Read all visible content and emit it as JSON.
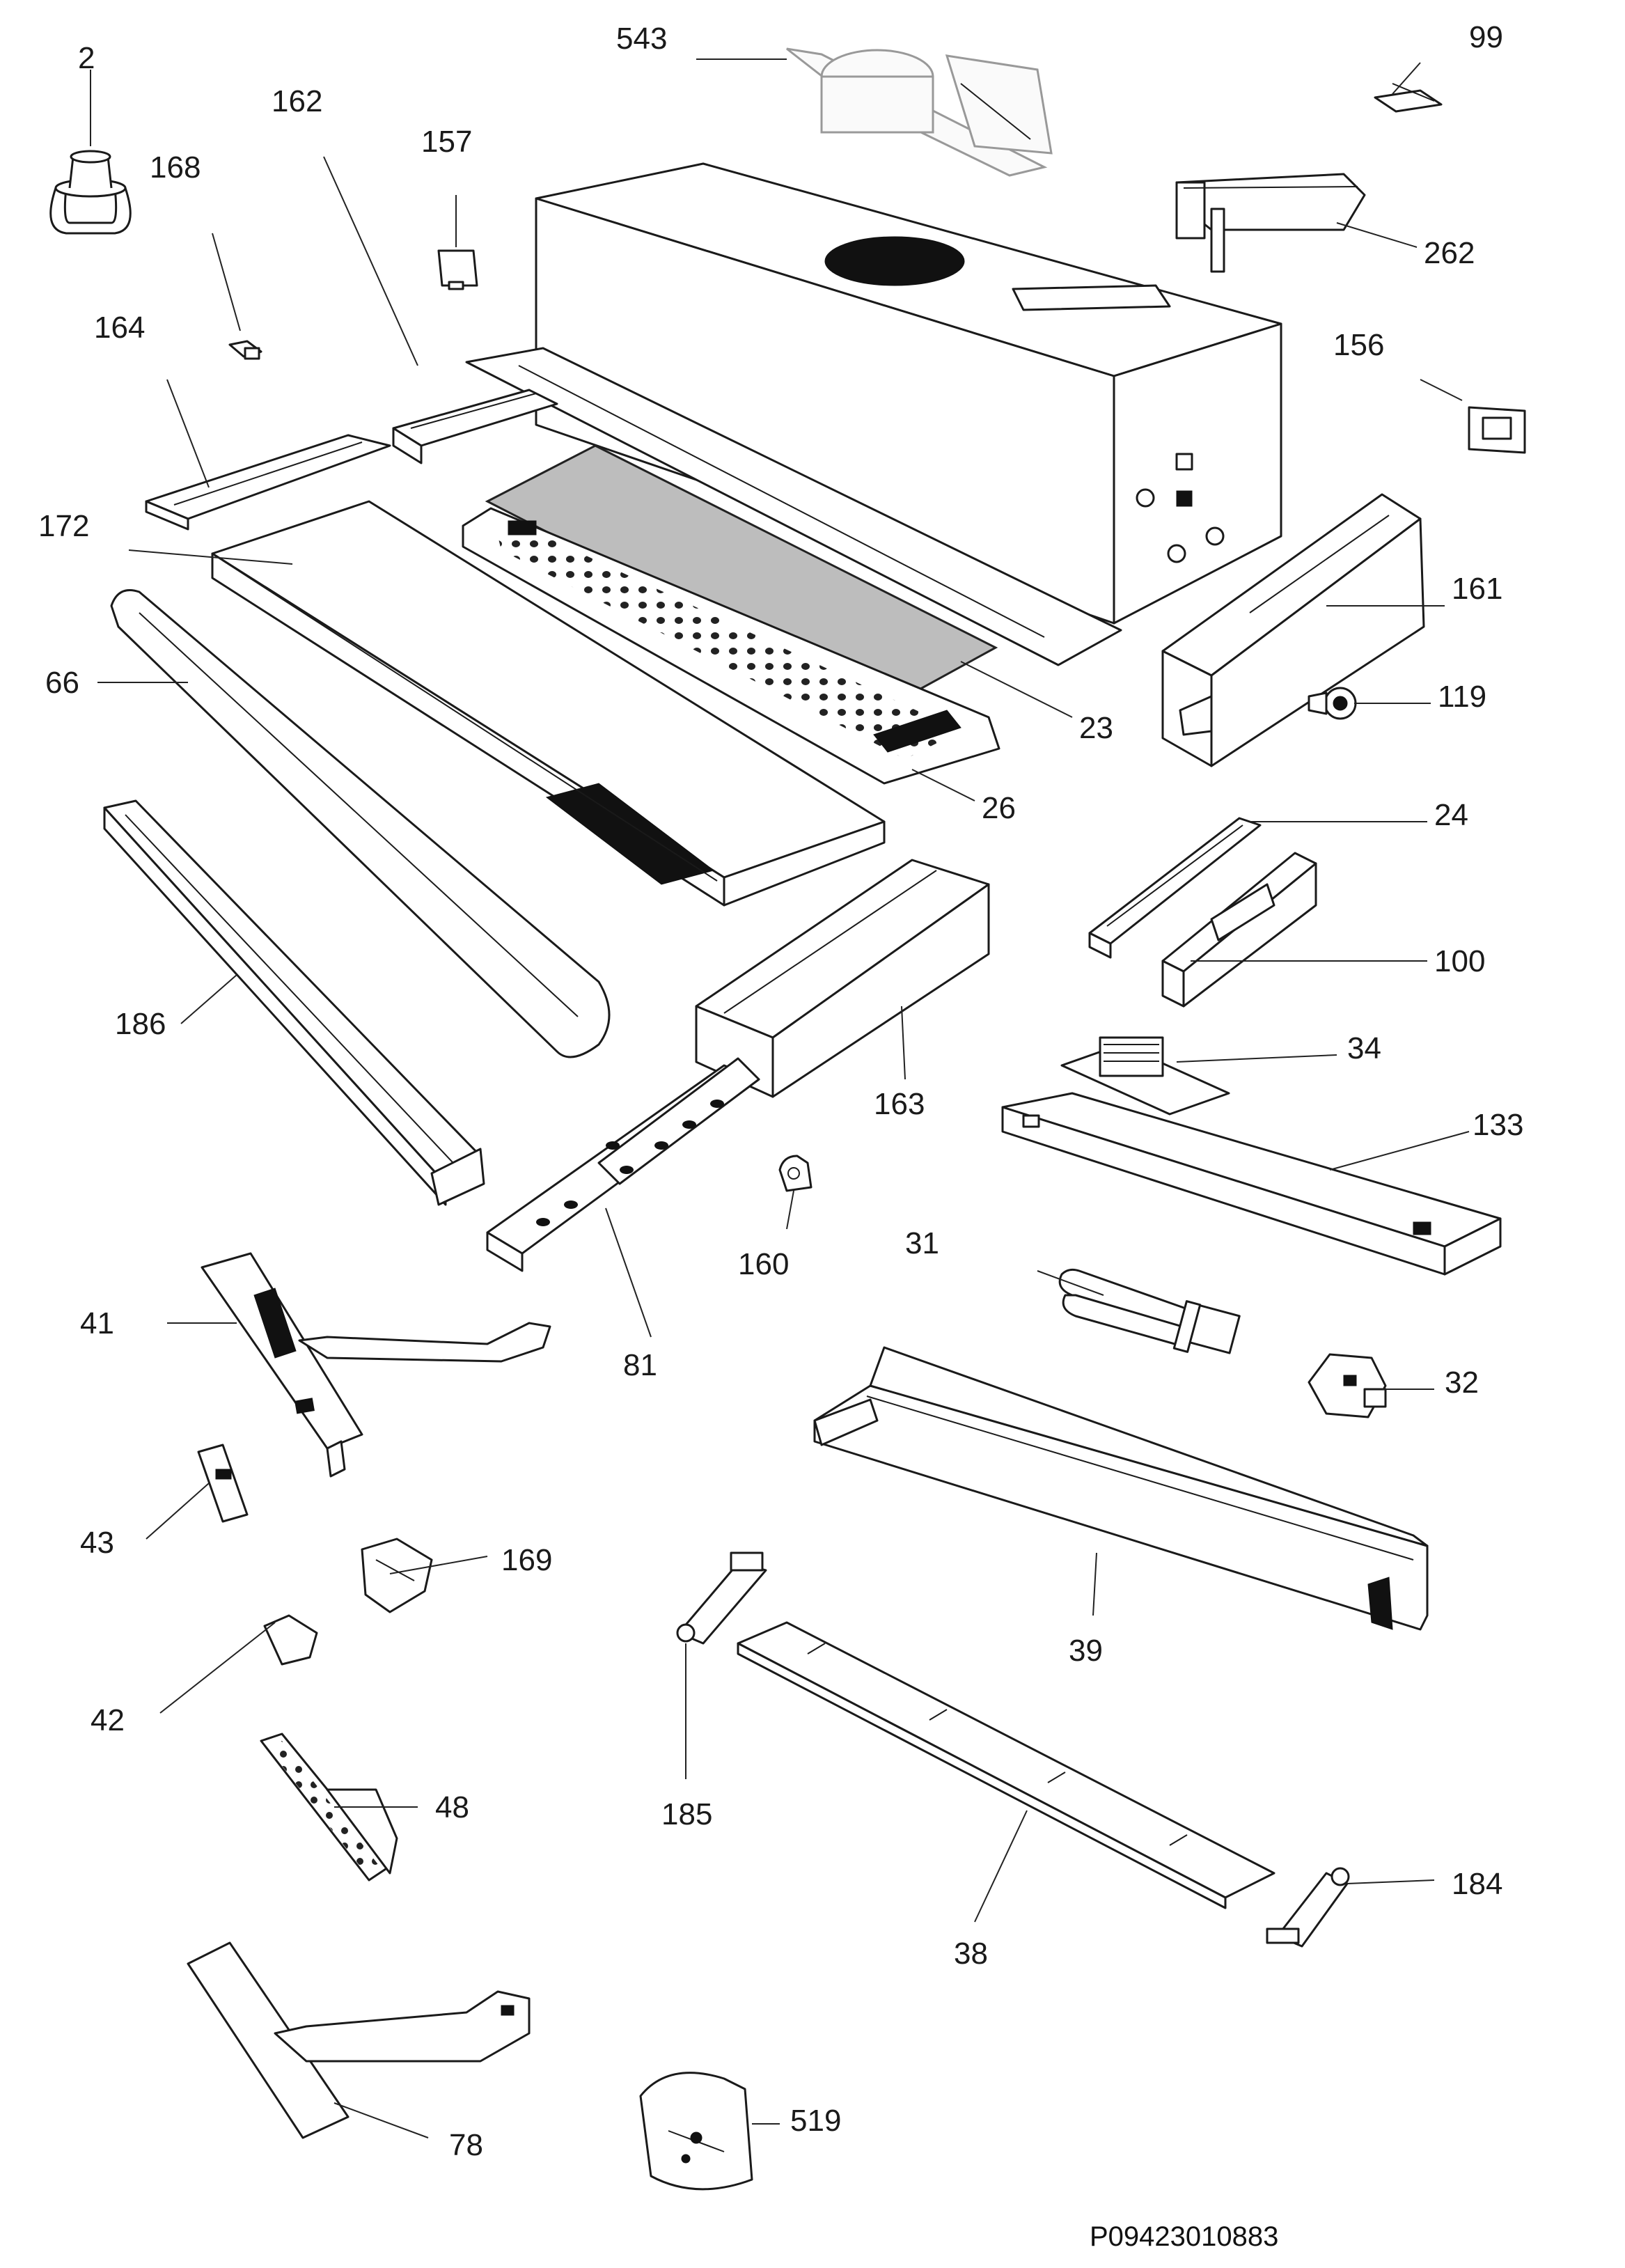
{
  "diagram": {
    "labels": [
      "543",
      "99",
      "2",
      "162",
      "157",
      "168",
      "262",
      "164",
      "156",
      "172",
      "161",
      "66",
      "23",
      "119",
      "26",
      "24",
      "100",
      "186",
      "163",
      "34",
      "133",
      "160",
      "31",
      "41",
      "81",
      "32",
      "43",
      "169",
      "39",
      "42",
      "48",
      "185",
      "184",
      "38",
      "519",
      "78"
    ],
    "document_id": "P09423010883"
  }
}
